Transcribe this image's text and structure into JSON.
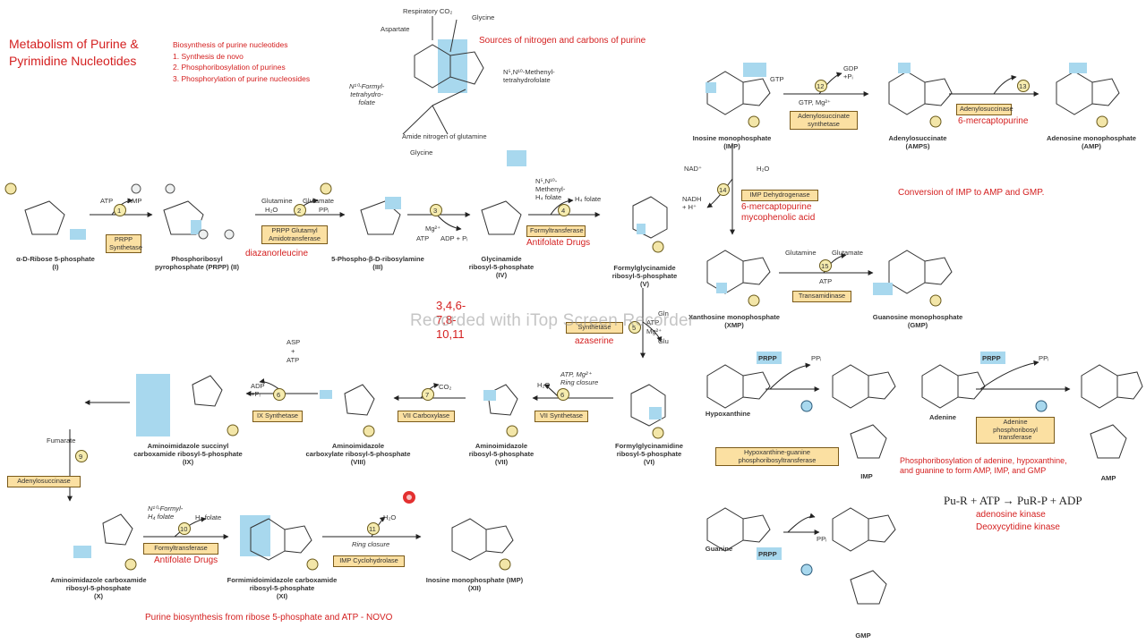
{
  "title": {
    "line1": "Metabolism of Purine &",
    "line2": "Pyrimidine Nucleotides"
  },
  "notes": [
    "Biosynthesis of purine nucleotides",
    "1. Synthesis de novo",
    "2. Phosphoribosylation of purines",
    "3. Phosphorylation of purine nucleosides"
  ],
  "sources": {
    "heading": "Sources of nitrogen and carbons of purine",
    "respiratory_co2": "Respiratory CO₂",
    "glycine": "Glycine",
    "aspartate": "Aspartate",
    "formyl": "N¹⁰-Formyl-\ntetrahydro-\nfolate",
    "methenyl": "N⁵,N¹⁰-Methenyl-\ntetrahydrofolate",
    "amide": "Amide nitrogen of glutamine"
  },
  "compounds": {
    "r5p": "α-D-Ribose 5-phosphate\n(I)",
    "prpp": "Phosphoribosyl\npyrophosphate (PRPP) (II)",
    "pribam": "5-Phospho-β-D-ribosylamine\n(III)",
    "gar": "Glycinamide\nribosyl-5-phosphate\n(IV)",
    "fgar": "Formylglycinamide\nribosyl-5-phosphate\n(V)",
    "fgam": "Formylglycinamidine\nribosyl-5-phosphate\n(VI)",
    "air": "Aminoimidazole\nribosyl-5-phosphate\n(VII)",
    "cair": "Aminoimidazole\ncarboxylate ribosyl-5-phosphate\n(VIII)",
    "saicar": "Aminoimidazole succinyl\ncarboxamide ribosyl-5-phosphate\n(IX)",
    "aicar": "Aminoimidazole carboxamide\nribosyl-5-phosphate\n(X)",
    "faicar": "Formimidoimidazole carboxamide\nribosyl-5-phosphate\n(XI)",
    "imp_xii": "Inosine monophosphate (IMP)\n(XII)",
    "imp": "Inosine monophosphate\n(IMP)",
    "amps": "Adenylosuccinate\n(AMPS)",
    "amp": "Adenosine monophosphate\n(AMP)",
    "xmp": "Xanthosine monophosphate\n(XMP)",
    "gmp": "Guanosine monophosphate\n(GMP)",
    "fumarate": "Fumarate",
    "hypoxanthine": "Hypoxanthine",
    "adenine": "Adenine",
    "guanine": "Guanine",
    "imp_short": "IMP",
    "amp_short": "AMP",
    "gmp_short": "GMP"
  },
  "enzymes": {
    "e1": "PRPP\nSynthetase",
    "e2": "PRPP Glutamyl\nAmidotransferase",
    "e4": "Formyltransferase",
    "e5": "Synthetase",
    "e6a": "VII Synthetase",
    "e7": "VII Carboxylase",
    "e8": "IX Synthetase",
    "e9": "Adenylosuccinase",
    "e10": "Formyltransferase",
    "e11": "IMP Cyclohydrolase",
    "e12": "Adenylosuccinate\nsynthetase",
    "e13": "Adenylosuccinase",
    "e14": "IMP Dehydrogenase",
    "e15": "Transamidinase",
    "hgprt": "Hypoxanthine-guanine\nphosphoribosyltransferase",
    "aprt": "Adenine\nphosphoribosyl\ntransferase"
  },
  "steps": [
    "1",
    "2",
    "3",
    "4",
    "5",
    "6",
    "7",
    "6",
    "9",
    "10",
    "11",
    "12",
    "13",
    "14",
    "15"
  ],
  "reagents": {
    "atp_amp": [
      "ATP",
      "AMP"
    ],
    "glutamine_glutamate": [
      "Glutamine",
      "Glutamate"
    ],
    "h2o_ppi": [
      "H₂O",
      "PPᵢ"
    ],
    "glycine": "Glycine",
    "mg_atp": [
      "Mg²⁺",
      "ATP",
      "ADP + Pᵢ"
    ],
    "methenyl_h4": "N⁵,N¹⁰-\nMethenyl-\nH₄ folate",
    "h4folate": "H₄ folate",
    "gln": [
      "Gln",
      "ATP",
      "Mg²⁺",
      "Glu"
    ],
    "atp_mg_ring": "ATP, Mg²⁺\nRing closure",
    "co2": "CO₂",
    "h2o": "H₂O",
    "adp_pi": "ADP\n+Pᵢ",
    "asp_atp": [
      "ASP",
      "+",
      "ATP"
    ],
    "formyl_h4": "N¹⁰-Formyl-\nH₄ folate",
    "ring_closure": "Ring closure",
    "gtp_gdp": [
      "GTP",
      "GDP\n+Pᵢ",
      "GTP, Mg²⁺"
    ],
    "nad": [
      "NAD⁺",
      "H₂O",
      "NADH\n+ H⁺"
    ],
    "atp": "ATP",
    "prpp": "PRPP",
    "ppi": "PPᵢ"
  },
  "annotations": {
    "diazanorleucine": "diazanorleucine",
    "antifolate1": "Antifolate Drugs",
    "antifolate2": "Antifolate Drugs",
    "steps_list": [
      "3,4,6-",
      "7,8-",
      "10,11"
    ],
    "azaserine": "azaserine",
    "mercaptopurine1": "6-mercaptopurine",
    "mercaptopurine2": "6-mercaptopurine",
    "mycophenolic": "mycophenolic acid",
    "conversion": "Conversion of IMP to AMP and GMP.",
    "phosphoribosylation": "Phosphoribosylation of adenine, hypoxanthine,\nand guanine to form AMP, IMP, and GMP",
    "equation": "Pu-R + ATP → PuR-P + ADP",
    "adenosine_kinase": "adenosine kinase",
    "deoxycytidine_kinase": "Deoxycytidine kinase",
    "novo": "Purine biosynthesis from ribose 5-phosphate and ATP - NOVO"
  },
  "watermark": "Recorded with iTop Screen Recorder",
  "colors": {
    "annotation": "#d42020",
    "enzyme_box": "#fbe0a2",
    "highlight": "#a8d8ee",
    "phosphate": "#f3e6a8"
  }
}
